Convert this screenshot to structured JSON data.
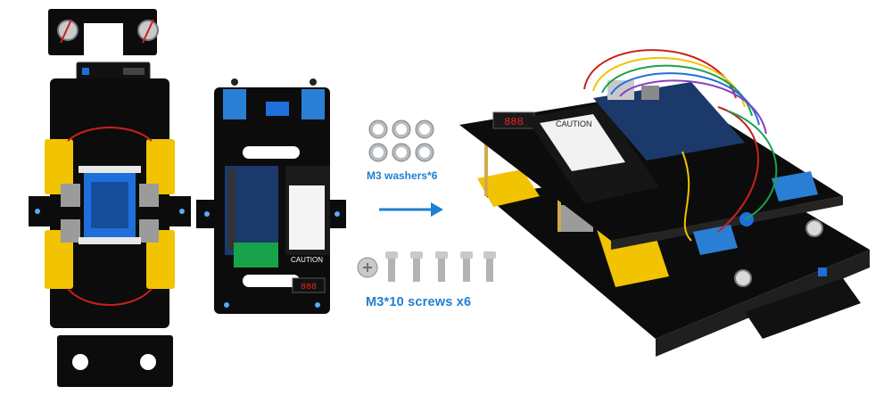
{
  "labels": {
    "washers": "M3 washers*6",
    "screws": "M3*10 screws x6"
  },
  "parts": {
    "washer_count": 6,
    "screw_count": 6
  },
  "pcb_text": {
    "caution": "CAUTION",
    "display_digits": "888"
  },
  "colors": {
    "caption_blue": "#1f7fd0",
    "acrylic_black": "#0c0c0c",
    "motor_yellow": "#f2c300",
    "board_blue": "#1e6fd9",
    "sensor_blue": "#2a7fd4",
    "screw_silver": "#b9bcbf"
  }
}
